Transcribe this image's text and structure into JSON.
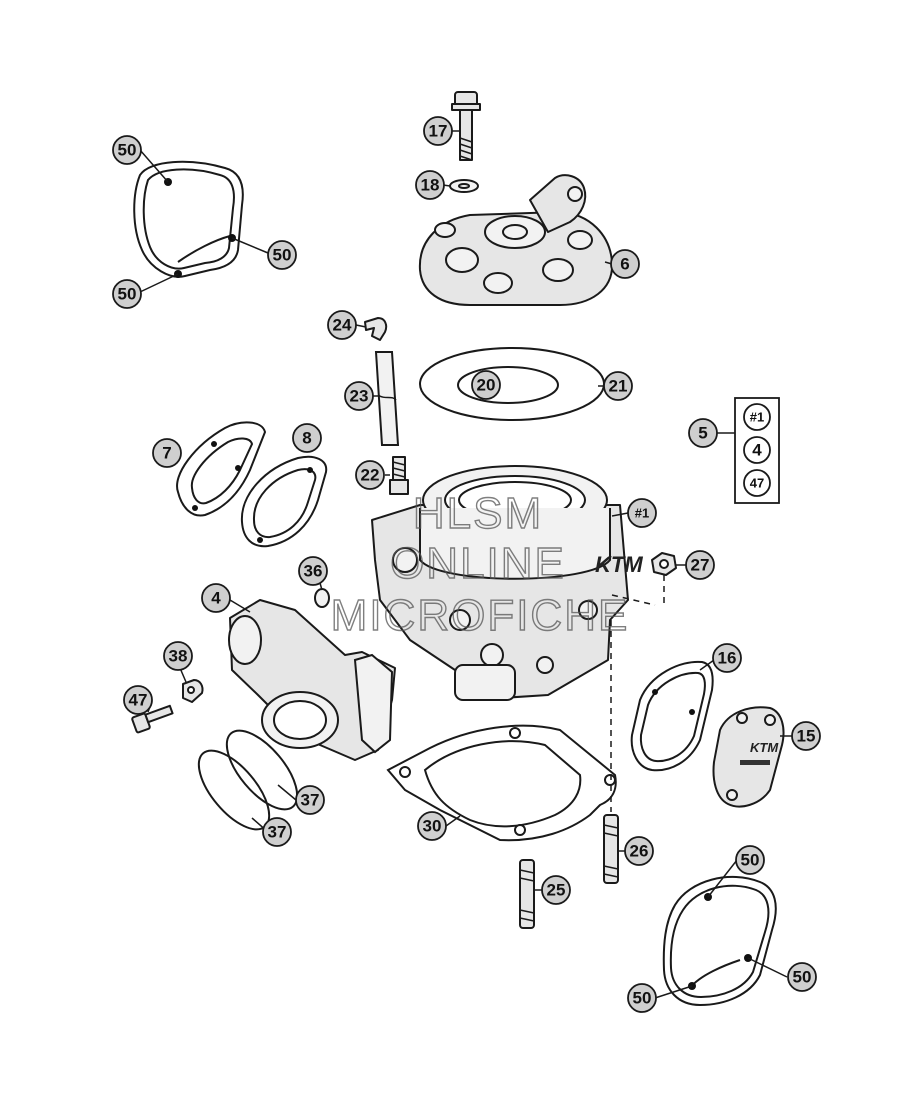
{
  "callouts": {
    "c50a": "50",
    "c50b": "50",
    "c50c": "50",
    "c17": "17",
    "c18": "18",
    "c6": "6",
    "c24": "24",
    "c23": "23",
    "c20": "20",
    "c21": "21",
    "c7": "7",
    "c8": "8",
    "c22": "22",
    "c5": "5",
    "c1": "#1",
    "c27": "27",
    "c36": "36",
    "c4": "4",
    "c38": "38",
    "c47": "47",
    "c16": "16",
    "c15": "15",
    "c37a": "37",
    "c37b": "37",
    "c30": "30",
    "c26": "26",
    "c25": "25",
    "c50d": "50",
    "c50e": "50",
    "c50f": "50"
  },
  "kit_box": {
    "items": [
      "#1",
      "4",
      "47"
    ]
  },
  "watermark": {
    "line1": "HLSM",
    "line2": "ONLINE",
    "line3": "MICROFICHE"
  },
  "logo": {
    "brand": "KTM"
  }
}
